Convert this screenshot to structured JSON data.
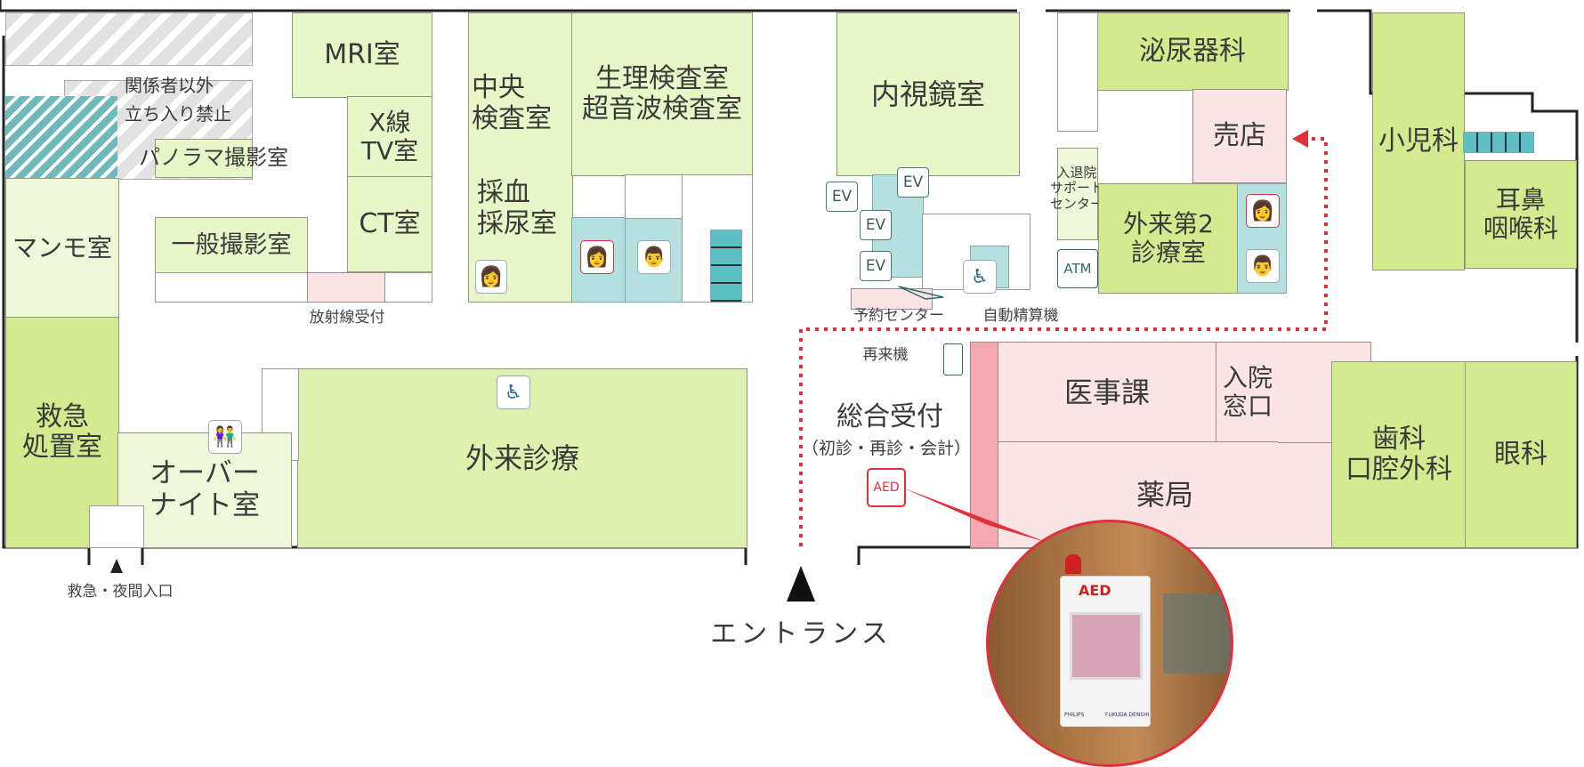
{
  "rooms": {
    "mri": "MRI室",
    "xray_tv": "X線\nTV室",
    "ct": "CT室",
    "panorama": "パノラマ撮影室",
    "general_xray": "一般撮影室",
    "mammo": "マンモ室",
    "emergency_treatment": "救急\n処置室",
    "overnight": "オーバー\nナイト室",
    "central_lab": "中央\n検査室",
    "blood_urine": "採血\n採尿室",
    "physio_lab": "生理検査室\n超音波検査室",
    "outpatient": "外来診療",
    "endoscopy": "内視鏡室",
    "urology": "泌尿器科",
    "shop": "売店",
    "admission_support": "入退院\nサポート\nセンター",
    "outpatient2": "外来第2\n診療室",
    "pediatrics": "小児科",
    "ent": "耳鼻\n咽喉科",
    "medical_affairs": "医事課",
    "admission_window": "入院\n窓口",
    "pharmacy": "薬局",
    "dental": "歯科\n口腔外科",
    "ophthalmology": "眼科"
  },
  "labels": {
    "restricted": "関係者以外\n立ち入り禁止",
    "radiology_reception": "放射線受付",
    "emergency_entrance": "救急・夜間入口",
    "entrance": "エントランス",
    "reservation_center": "予約センター",
    "auto_payment": "自動精算機",
    "revisit_machine": "再来機",
    "general_reception": "総合受付",
    "general_reception_sub": "（初診・再診・会計）",
    "aed": "AED",
    "atm": "ATM",
    "ev": "EV"
  },
  "photo": {
    "aed_label": "AED",
    "brand_left": "PHILIPS",
    "brand_right": "FUKUDA DENSHI"
  },
  "icons": [
    "restroom-icon",
    "female-toilet-icon",
    "male-toilet-icon",
    "wheelchair-icon",
    "stairs-icon",
    "entrance-arrow-icon"
  ],
  "colors": {
    "clinic_green": "#dff1ae",
    "reception_pink": "#fbe3e6",
    "restroom_teal": "#b4e0df",
    "route_red": "#e0303a"
  }
}
